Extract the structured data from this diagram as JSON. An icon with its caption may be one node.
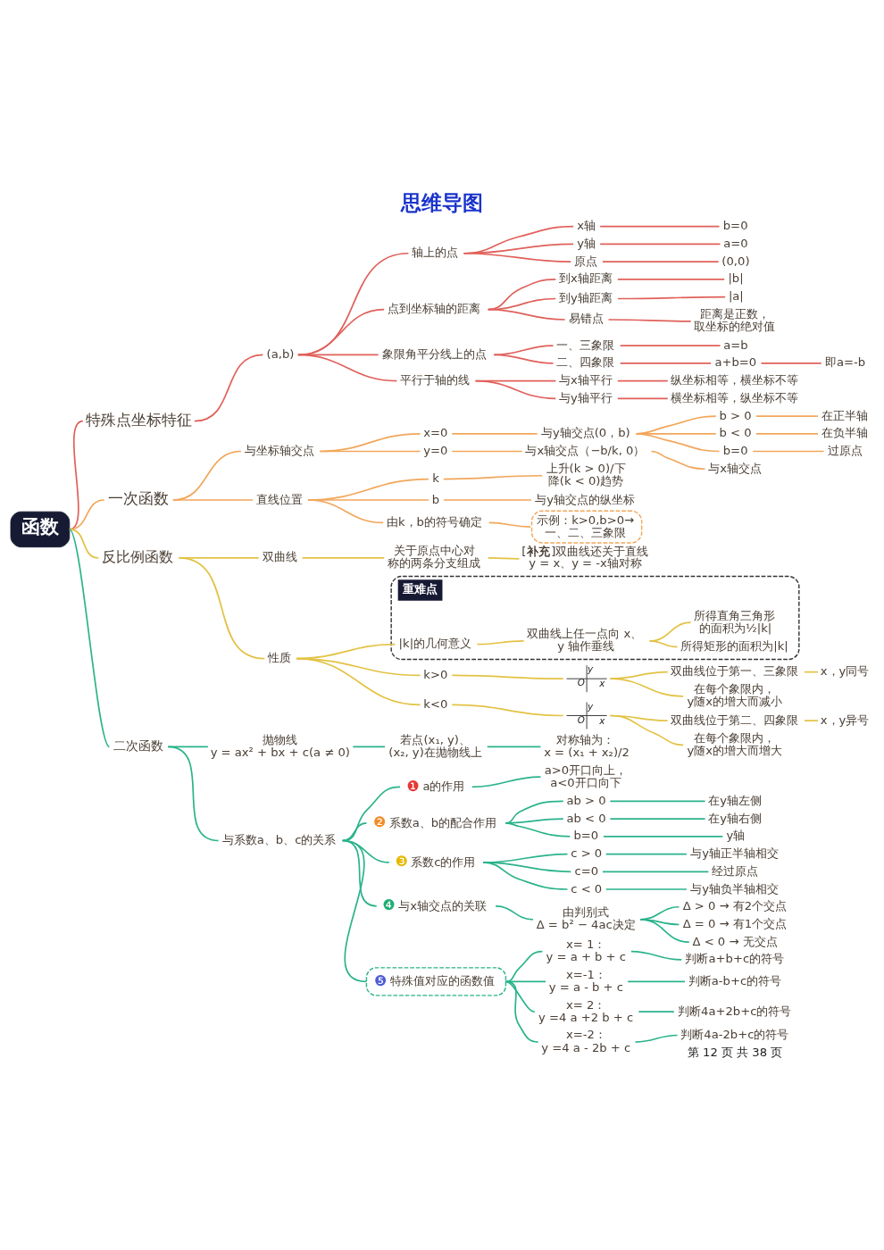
{
  "diagram": {
    "title": "思维导图",
    "nodes": [
      {
        "text": [
          "函数"
        ]
      },
      {
        "text": [
          "特殊点坐标特征"
        ]
      },
      {
        "text": [
          "(a,b)"
        ]
      },
      {
        "text": [
          "轴上的点"
        ]
      },
      {
        "text": [
          "x轴"
        ]
      },
      {
        "text": [
          "b=0"
        ]
      },
      {
        "text": [
          "y轴"
        ]
      },
      {
        "text": [
          "a=0"
        ]
      },
      {
        "text": [
          "原点"
        ]
      },
      {
        "text": [
          "(0,0)"
        ]
      },
      {
        "text": [
          "点到坐标轴的距离"
        ]
      },
      {
        "text": [
          "到x轴距离"
        ]
      },
      {
        "text": [
          "|b|"
        ]
      },
      {
        "text": [
          "到y轴距离"
        ]
      },
      {
        "text": [
          "|a|"
        ]
      },
      {
        "text": [
          "易错点"
        ]
      },
      {
        "text": [
          "距离是正数，取坐标的绝对值"
        ]
      },
      {
        "text": [
          "象限角平分线上的点"
        ]
      },
      {
        "text": [
          "一、三象限"
        ]
      },
      {
        "text": [
          "a=b"
        ]
      },
      {
        "text": [
          "二、四象限"
        ]
      },
      {
        "text": [
          "a+b=0"
        ]
      },
      {
        "text": [
          "即a=-b"
        ]
      },
      {
        "text": [
          "平行于轴的线"
        ]
      },
      {
        "text": [
          "与x轴平行"
        ]
      },
      {
        "text": [
          "纵坐标相等，横坐标不等"
        ]
      },
      {
        "text": [
          "与y轴平行"
        ]
      },
      {
        "text": [
          "横坐标相等，纵坐标不等"
        ]
      },
      {
        "text": [
          "一次函数"
        ]
      },
      {
        "text": [
          "与坐标轴交点"
        ]
      },
      {
        "text": [
          "x=0"
        ]
      },
      {
        "text": [
          "与y轴交点(0，b)"
        ]
      },
      {
        "text": [
          "b > 0"
        ]
      },
      {
        "text": [
          "在正半轴"
        ]
      },
      {
        "text": [
          "b < 0"
        ]
      },
      {
        "text": [
          "在负半轴"
        ]
      },
      {
        "text": [
          "b=0"
        ]
      },
      {
        "text": [
          "过原点"
        ]
      },
      {
        "text": [
          "y=0"
        ]
      },
      {
        "text": [
          "与x轴交点（−b/k, 0）"
        ]
      },
      {
        "text": [
          "与x轴交点"
        ]
      },
      {
        "text": [
          "直线位置"
        ]
      },
      {
        "text": [
          "k"
        ]
      },
      {
        "text": [
          "上升(k > 0)/下降(k < 0)趋势"
        ]
      },
      {
        "text": [
          "b"
        ]
      },
      {
        "text": [
          "与y轴交点的纵坐标"
        ]
      },
      {
        "text": [
          "由k，b的符号确定"
        ]
      },
      {
        "text": [
          "示例：k>0,b>0→一、二、三象限"
        ]
      },
      {
        "text": [
          "反比例函数"
        ]
      },
      {
        "text": [
          "双曲线"
        ]
      },
      {
        "text": [
          "关于原点中心对称的两条分支组成"
        ]
      },
      {
        "text": [
          "[**补充**]双曲线还关于直线y = x、y = -x轴对称"
        ]
      },
      {
        "text": [
          "性质"
        ]
      },
      {
        "text": [
          "k>0"
        ]
      },
      {
        "text": [
          "y",
          "O",
          "x"
        ]
      },
      {
        "text": [
          "双曲线位于第一、三象限"
        ]
      },
      {
        "text": [
          "x，y同号"
        ]
      },
      {
        "text": [
          "在每个象限内，y随x的增大而减小"
        ]
      },
      {
        "text": [
          "k<0"
        ]
      },
      {
        "text": [
          "y",
          "O",
          "x"
        ]
      },
      {
        "text": [
          "双曲线位于第二、四象限"
        ]
      },
      {
        "text": [
          "x，y异号"
        ]
      },
      {
        "text": [
          "在每个象限内，y随x的增大而增大"
        ]
      },
      {
        "text": [
          "重难点"
        ]
      },
      {
        "text": [
          "|k|的几何意义"
        ],
        "in": 63
      },
      {
        "text": [
          "双曲线上任一点向 x、y 轴作垂线"
        ],
        "in": 63
      },
      {
        "text": [
          "所得矩形的面积为|k|"
        ],
        "in": 63
      },
      {
        "text": [
          "所得直角三角形的面积为½|k|"
        ],
        "in": 63
      },
      {
        "text": [
          "二次函数"
        ]
      },
      {
        "text": [
          "抛物线y = ax² + bx + c(a ≠ 0)"
        ]
      },
      {
        "text": [
          "若点(x₁, y)、(x₂, y)在抛物线上"
        ]
      },
      {
        "text": [
          "对称轴为：x = (x₁ + x₂)/2"
        ]
      },
      {
        "text": [
          "与系数a、b、c的关系"
        ]
      },
      {
        "text": [
          "❶",
          "a的作用"
        ]
      },
      {
        "text": [
          "a>0开口向上，a<0开口向下"
        ]
      },
      {
        "text": [
          "❷",
          "系数a、b的配合作用"
        ]
      },
      {
        "text": [
          "ab > 0"
        ]
      },
      {
        "text": [
          "在y轴左侧"
        ]
      },
      {
        "text": [
          "ab < 0"
        ]
      },
      {
        "text": [
          "在y轴右侧"
        ]
      },
      {
        "text": [
          "b=0"
        ]
      },
      {
        "text": [
          "y轴"
        ]
      },
      {
        "text": [
          "❸",
          "系数c的作用"
        ]
      },
      {
        "text": [
          "c > 0"
        ]
      },
      {
        "text": [
          "与y轴正半轴相交"
        ]
      },
      {
        "text": [
          "c=0"
        ]
      },
      {
        "text": [
          "经过原点"
        ]
      },
      {
        "text": [
          "c < 0"
        ]
      },
      {
        "text": [
          "与y轴负半轴相交"
        ]
      },
      {
        "text": [
          "❹",
          "与x轴交点的关联"
        ]
      },
      {
        "text": [
          "由判别式Δ = b² − 4ac决定"
        ]
      },
      {
        "text": [
          "Δ > 0 → 有2个交点"
        ]
      },
      {
        "text": [
          "Δ = 0 → 有1个交点"
        ]
      },
      {
        "text": [
          "Δ < 0 → 无交点"
        ]
      },
      {
        "text": [
          "❺",
          "特殊值对应的函数值"
        ]
      },
      {
        "text": [
          "x= 1：y = a + b + c"
        ]
      },
      {
        "text": [
          "判断a+b+c的符号"
        ]
      },
      {
        "text": [
          "x=-1：y = a - b + c"
        ]
      },
      {
        "text": [
          "判断a-b+c的符号"
        ]
      },
      {
        "text": [
          "x= 2：y =4 a +2 b + c"
        ]
      },
      {
        "text": [
          "判断4a+2b+c的符号"
        ]
      },
      {
        "text": [
          "x=-2：y =4 a - 2b + c"
        ]
      },
      {
        "text": [
          "判断4a-2b+c的符号"
        ]
      }
    ],
    "edges": [
      {
        "from": 0,
        "to": 1,
        "arrow": "none",
        "color": "#e0605a"
      },
      {
        "from": 1,
        "to": 2,
        "arrow": "none",
        "color": "#e0605a"
      },
      {
        "from": 2,
        "to": 3,
        "arrow": "none",
        "color": "#e0605a"
      },
      {
        "from": 3,
        "to": 4,
        "arrow": "none",
        "color": "#e0605a"
      },
      {
        "from": 4,
        "to": 5,
        "arrow": "none",
        "color": "#e0605a"
      },
      {
        "from": 3,
        "to": 6,
        "arrow": "none",
        "color": "#e0605a"
      },
      {
        "from": 6,
        "to": 7,
        "arrow": "none",
        "color": "#e0605a"
      },
      {
        "from": 3,
        "to": 8,
        "arrow": "none",
        "color": "#e0605a"
      },
      {
        "from": 8,
        "to": 9,
        "arrow": "none",
        "color": "#e0605a"
      },
      {
        "from": 2,
        "to": 10,
        "arrow": "none",
        "color": "#e0605a"
      },
      {
        "from": 10,
        "to": 11,
        "arrow": "none",
        "color": "#e0605a"
      },
      {
        "from": 11,
        "to": 12,
        "arrow": "none",
        "color": "#e0605a"
      },
      {
        "from": 10,
        "to": 13,
        "arrow": "none",
        "color": "#e0605a"
      },
      {
        "from": 13,
        "to": 14,
        "arrow": "none",
        "color": "#e0605a"
      },
      {
        "from": 10,
        "to": 15,
        "arrow": "none",
        "color": "#e0605a"
      },
      {
        "from": 15,
        "to": 16,
        "arrow": "none",
        "color": "#e0605a"
      },
      {
        "from": 2,
        "to": 17,
        "arrow": "none",
        "color": "#e0605a"
      },
      {
        "from": 17,
        "to": 18,
        "arrow": "none",
        "color": "#e0605a"
      },
      {
        "from": 18,
        "to": 19,
        "arrow": "none",
        "color": "#e0605a"
      },
      {
        "from": 17,
        "to": 20,
        "arrow": "none",
        "color": "#e0605a"
      },
      {
        "from": 20,
        "to": 21,
        "arrow": "none",
        "color": "#e0605a"
      },
      {
        "from": 21,
        "to": 22,
        "arrow": "none",
        "color": "#e0605a"
      },
      {
        "from": 2,
        "to": 23,
        "arrow": "none",
        "color": "#e0605a"
      },
      {
        "from": 23,
        "to": 24,
        "arrow": "none",
        "color": "#e0605a"
      },
      {
        "from": 24,
        "to": 25,
        "arrow": "none",
        "color": "#e0605a"
      },
      {
        "from": 23,
        "to": 26,
        "arrow": "none",
        "color": "#e0605a"
      },
      {
        "from": 26,
        "to": 27,
        "arrow": "none",
        "color": "#e0605a"
      },
      {
        "from": 0,
        "to": 28,
        "arrow": "none",
        "color": "#f2a65a"
      },
      {
        "from": 28,
        "to": 29,
        "arrow": "none",
        "color": "#f2a65a"
      },
      {
        "from": 29,
        "to": 30,
        "arrow": "none",
        "color": "#f2a65a"
      },
      {
        "from": 30,
        "to": 31,
        "arrow": "none",
        "color": "#f2a65a"
      },
      {
        "from": 31,
        "to": 32,
        "arrow": "none",
        "color": "#f2a65a"
      },
      {
        "from": 32,
        "to": 33,
        "arrow": "none",
        "color": "#f2a65a"
      },
      {
        "from": 31,
        "to": 34,
        "arrow": "none",
        "color": "#f2a65a"
      },
      {
        "from": 34,
        "to": 35,
        "arrow": "none",
        "color": "#f2a65a"
      },
      {
        "from": 31,
        "to": 36,
        "arrow": "none",
        "color": "#f2a65a"
      },
      {
        "from": 36,
        "to": 37,
        "arrow": "none",
        "color": "#f2a65a"
      },
      {
        "from": 29,
        "to": 38,
        "arrow": "none",
        "color": "#f2a65a"
      },
      {
        "from": 38,
        "to": 39,
        "arrow": "none",
        "color": "#f2a65a"
      },
      {
        "from": 39,
        "to": 40,
        "arrow": "none",
        "color": "#f2a65a"
      },
      {
        "from": 28,
        "to": 41,
        "arrow": "none",
        "color": "#f2a65a"
      },
      {
        "from": 41,
        "to": 42,
        "arrow": "none",
        "color": "#f2a65a"
      },
      {
        "from": 42,
        "to": 43,
        "arrow": "none",
        "color": "#f2a65a"
      },
      {
        "from": 41,
        "to": 44,
        "arrow": "none",
        "color": "#f2a65a"
      },
      {
        "from": 44,
        "to": 45,
        "arrow": "none",
        "color": "#f2a65a"
      },
      {
        "from": 41,
        "to": 46,
        "arrow": "none",
        "color": "#f2a65a"
      },
      {
        "from": 46,
        "to": 47,
        "arrow": "none",
        "color": "#f2a65a"
      },
      {
        "from": 0,
        "to": 48,
        "arrow": "none",
        "color": "#e3c244"
      },
      {
        "from": 48,
        "to": 49,
        "arrow": "none",
        "color": "#e3c244"
      },
      {
        "from": 49,
        "to": 50,
        "arrow": "none",
        "color": "#e3c244"
      },
      {
        "from": 50,
        "to": 51,
        "arrow": "none",
        "color": "#e3c244"
      },
      {
        "from": 48,
        "to": 52,
        "arrow": "none",
        "color": "#e3c244"
      },
      {
        "from": 52,
        "to": 53,
        "arrow": "none",
        "color": "#e3c244"
      },
      {
        "from": 53,
        "to": 54,
        "arrow": "none",
        "color": "#e3c244"
      },
      {
        "from": 54,
        "to": 55,
        "arrow": "none",
        "color": "#e3c244"
      },
      {
        "from": 55,
        "to": 56,
        "arrow": "none",
        "color": "#e3c244"
      },
      {
        "from": 54,
        "to": 57,
        "arrow": "none",
        "color": "#e3c244"
      },
      {
        "from": 52,
        "to": 58,
        "arrow": "none",
        "color": "#e3c244"
      },
      {
        "from": 58,
        "to": 59,
        "arrow": "none",
        "color": "#e3c244"
      },
      {
        "from": 59,
        "to": 60,
        "arrow": "none",
        "color": "#e3c244"
      },
      {
        "from": 60,
        "to": 61,
        "arrow": "none",
        "color": "#e3c244"
      },
      {
        "from": 59,
        "to": 62,
        "arrow": "none",
        "color": "#e3c244"
      },
      {
        "from": 52,
        "to": 64,
        "arrow": "none",
        "color": "#e3c244"
      },
      {
        "from": 64,
        "to": 65,
        "arrow": "none",
        "color": "#e3c244"
      },
      {
        "from": 65,
        "to": 66,
        "arrow": "none",
        "color": "#e3c244"
      },
      {
        "from": 65,
        "to": 67,
        "arrow": "none",
        "color": "#e3c244"
      },
      {
        "from": 0,
        "to": 68,
        "arrow": "none"
      },
      {
        "from": 68,
        "to": 69,
        "arrow": "none"
      },
      {
        "from": 69,
        "to": 70,
        "arrow": "none"
      },
      {
        "from": 70,
        "to": 71,
        "arrow": "none"
      },
      {
        "from": 68,
        "to": 72,
        "arrow": "none"
      },
      {
        "from": 72,
        "to": 73,
        "arrow": "none"
      },
      {
        "from": 73,
        "to": 74,
        "arrow": "none"
      },
      {
        "from": 72,
        "to": 75,
        "arrow": "none"
      },
      {
        "from": 75,
        "to": 76,
        "arrow": "none"
      },
      {
        "from": 76,
        "to": 77,
        "arrow": "none"
      },
      {
        "from": 75,
        "to": 78,
        "arrow": "none"
      },
      {
        "from": 78,
        "to": 79,
        "arrow": "none"
      },
      {
        "from": 75,
        "to": 80,
        "arrow": "none"
      },
      {
        "from": 80,
        "to": 81,
        "arrow": "none"
      },
      {
        "from": 72,
        "to": 82,
        "arrow": "none"
      },
      {
        "from": 82,
        "to": 83,
        "arrow": "none"
      },
      {
        "from": 83,
        "to": 84,
        "arrow": "none"
      },
      {
        "from": 82,
        "to": 85,
        "arrow": "none"
      },
      {
        "from": 85,
        "to": 86,
        "arrow": "none"
      },
      {
        "from": 82,
        "to": 87,
        "arrow": "none"
      },
      {
        "from": 87,
        "to": 88,
        "arrow": "none"
      },
      {
        "from": 72,
        "to": 89,
        "arrow": "none"
      },
      {
        "from": 89,
        "to": 90,
        "arrow": "none"
      },
      {
        "from": 90,
        "to": 91,
        "arrow": "none"
      },
      {
        "from": 90,
        "to": 92,
        "arrow": "none"
      },
      {
        "from": 90,
        "to": 93,
        "arrow": "none"
      },
      {
        "from": 72,
        "to": 94,
        "arrow": "none"
      },
      {
        "from": 94,
        "to": 95,
        "arrow": "none"
      },
      {
        "from": 95,
        "to": 96,
        "arrow": "none"
      },
      {
        "from": 94,
        "to": 97,
        "arrow": "none"
      },
      {
        "from": 97,
        "to": 98,
        "arrow": "none"
      },
      {
        "from": 94,
        "to": 99,
        "arrow": "none"
      },
      {
        "from": 99,
        "to": 100,
        "arrow": "none"
      },
      {
        "from": 94,
        "to": 101,
        "arrow": "none"
      },
      {
        "from": 101,
        "to": 102,
        "arrow": "none"
      }
    ],
    "labels": [
      "第 12 页 共 38 页"
    ]
  }
}
